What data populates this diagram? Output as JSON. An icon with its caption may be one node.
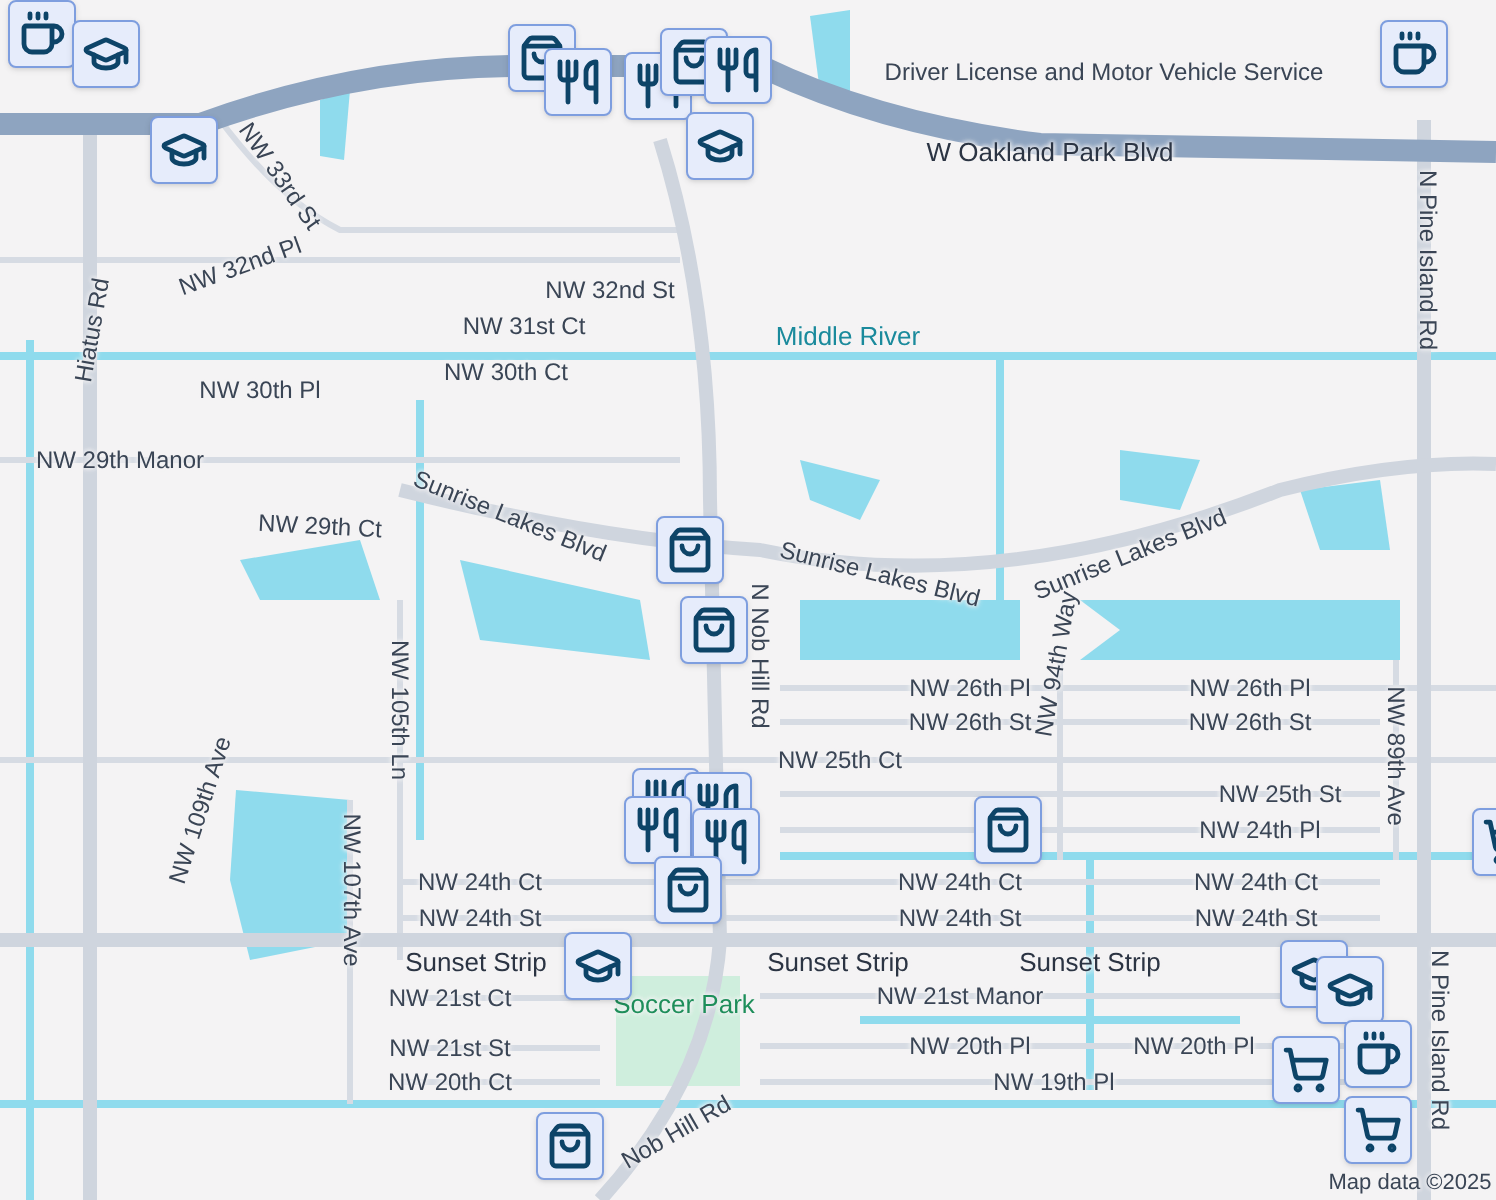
{
  "diagram": {
    "labels": [
      "NW 33rd St",
      "W Oakland Park Blvd",
      "Driver License and Motor Vehicle Service",
      "NW 32nd Pl",
      "NW 32nd St",
      "NW 31st Ct",
      "Middle River",
      "NW 30th Ct",
      "NW 30th Pl",
      "Hiatus Rd",
      "N Pine Island Rd",
      "NW 29th Manor",
      "Sunrise Lakes Blvd",
      "NW 29th Ct",
      "NW 105th Ln",
      "N Nob Hill Rd",
      "Sunrise Lakes Blvd",
      "Sunrise Lakes Blvd",
      "NW 94th Way",
      "NW 26th Pl",
      "NW 26th Pl",
      "NW 26th St",
      "NW 26th St",
      "NW 25th Ct",
      "NW 109th Ave",
      "NW 25th St",
      "NW 24th Pl",
      "NW 89th Ave",
      "NW 107th Ave",
      "NW 24th Ct",
      "NW 24th Ct",
      "NW 24th Ct",
      "NW 24th St",
      "NW 24th St",
      "NW 24th St",
      "Sunset Strip",
      "Sunset Strip",
      "Sunset Strip",
      "NW 21st Ct",
      "Soccer Park",
      "NW 21st Manor",
      "N Pine Island Rd",
      "NW 21st St",
      "NW 20th Pl",
      "NW 20th Pl",
      "NW 20th Ct",
      "NW 19th Pl",
      "Nob Hill Rd",
      "Map data ©2025"
    ]
  }
}
